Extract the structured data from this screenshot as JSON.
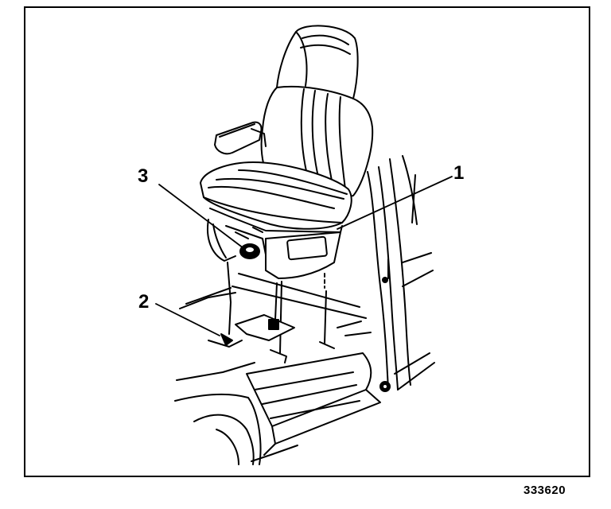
{
  "callouts": [
    {
      "id": "1",
      "label": "1"
    },
    {
      "id": "2",
      "label": "2"
    },
    {
      "id": "3",
      "label": "3"
    }
  ],
  "figure_number": "333620",
  "colors": {
    "line": "#000000",
    "background": "#ffffff"
  }
}
